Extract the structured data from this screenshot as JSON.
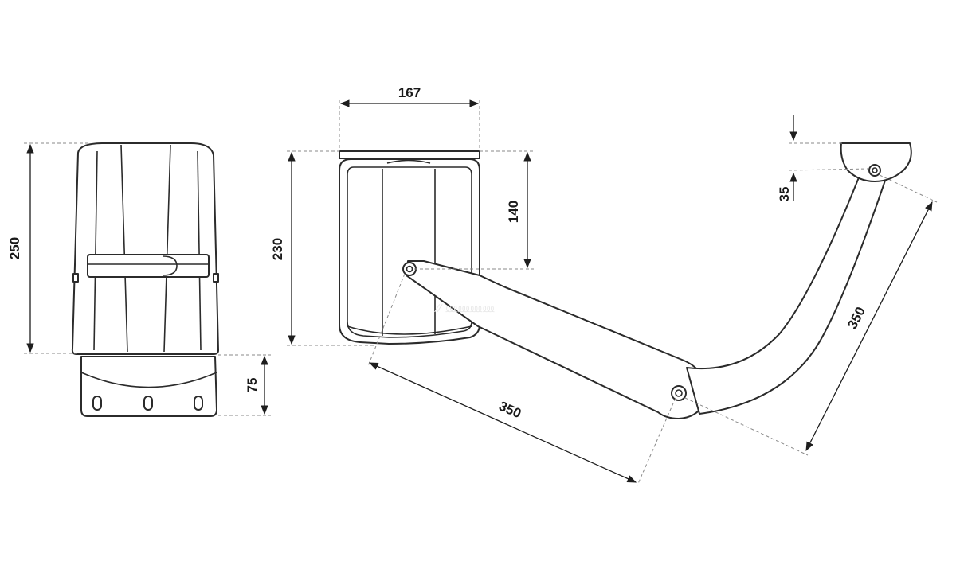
{
  "colors": {
    "line": "#2b2b2b",
    "dimension": "#1e1e1e",
    "extension": "#8a8a8a",
    "background": "#ffffff"
  },
  "dimensions": {
    "side_height": "250",
    "base_height": "75",
    "top_width": "167",
    "body_height": "230",
    "pivot_depth": "140",
    "arm_length": "350",
    "lever_length": "350",
    "bracket_offset": "35"
  }
}
